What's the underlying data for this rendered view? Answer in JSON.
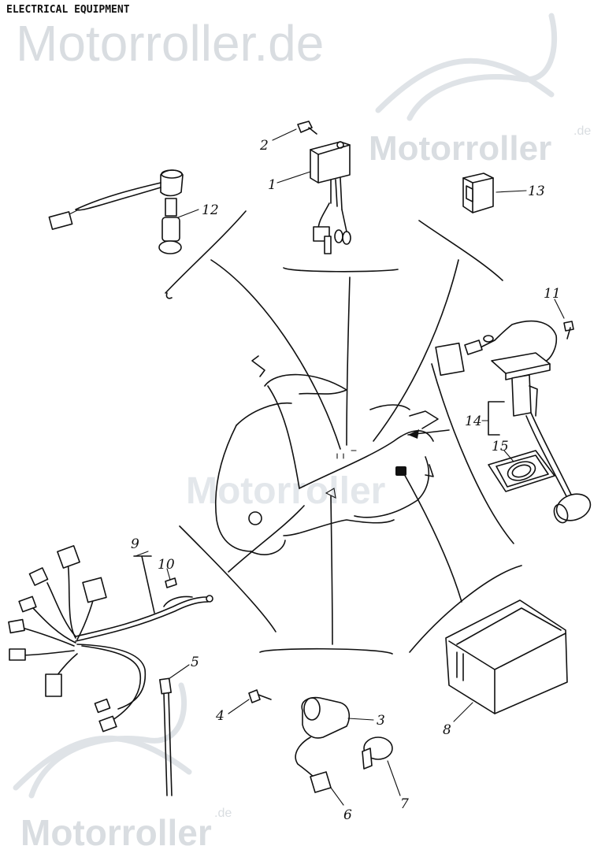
{
  "title": "ELECTRICAL EQUIPMENT",
  "watermarks": {
    "top": "Motorroller.de",
    "middle": "Motorroller",
    "middle_suffix": ".de",
    "center": "Motorroller",
    "bottom": "Motorroller",
    "bottom_suffix": ".de"
  },
  "callouts": [
    "1",
    "2",
    "3",
    "4",
    "5",
    "6",
    "7",
    "8",
    "9",
    "10",
    "11",
    "12",
    "13",
    "14",
    "15"
  ]
}
